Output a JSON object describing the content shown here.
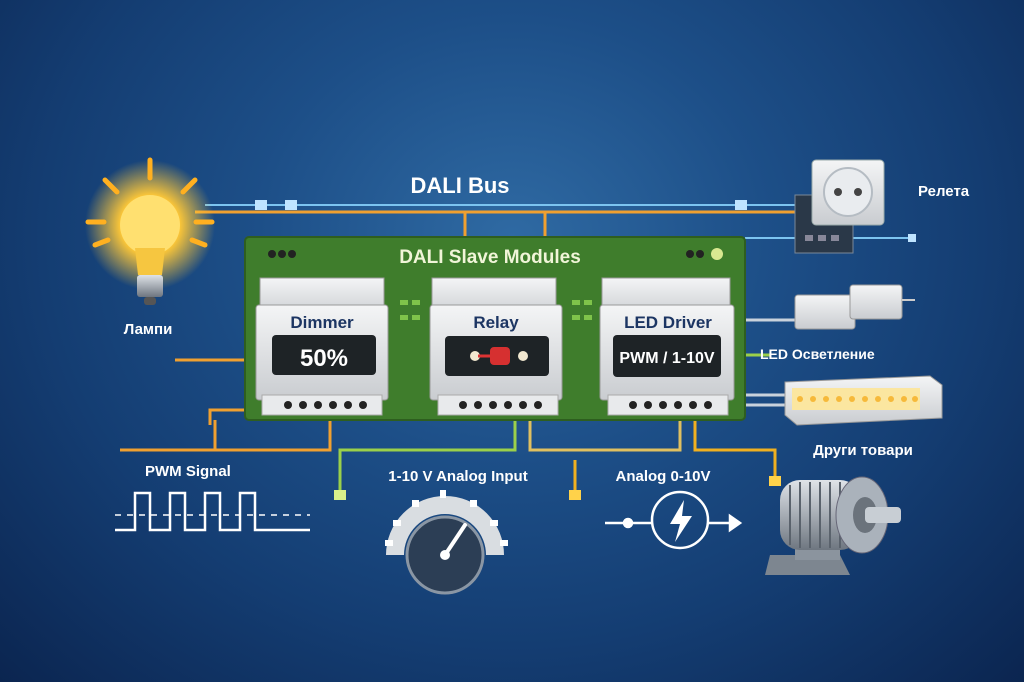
{
  "bus": {
    "title": "DALI Bus"
  },
  "board": {
    "title": "DALI Slave Modules"
  },
  "modules": [
    {
      "name": "Dimmer",
      "display": "50%"
    },
    {
      "name": "Relay",
      "display": ""
    },
    {
      "name": "LED Driver",
      "display": "PWM / 1-10V"
    }
  ],
  "devices": {
    "lamp": "Лампи",
    "relay": "Релета",
    "led": "LED Осветление",
    "other": "Други товари"
  },
  "signals": {
    "pwm": "PWM Signal",
    "analog_input": "1-10 V Analog Input",
    "analog_out": "Analog 0-10V"
  },
  "colors": {
    "bus_orange": "#f0a030",
    "bus_blue": "#7cc4f0",
    "board_green": "#3f7d2c",
    "wire_green": "#9bd04a",
    "lamp_glow": "#ffc837"
  }
}
